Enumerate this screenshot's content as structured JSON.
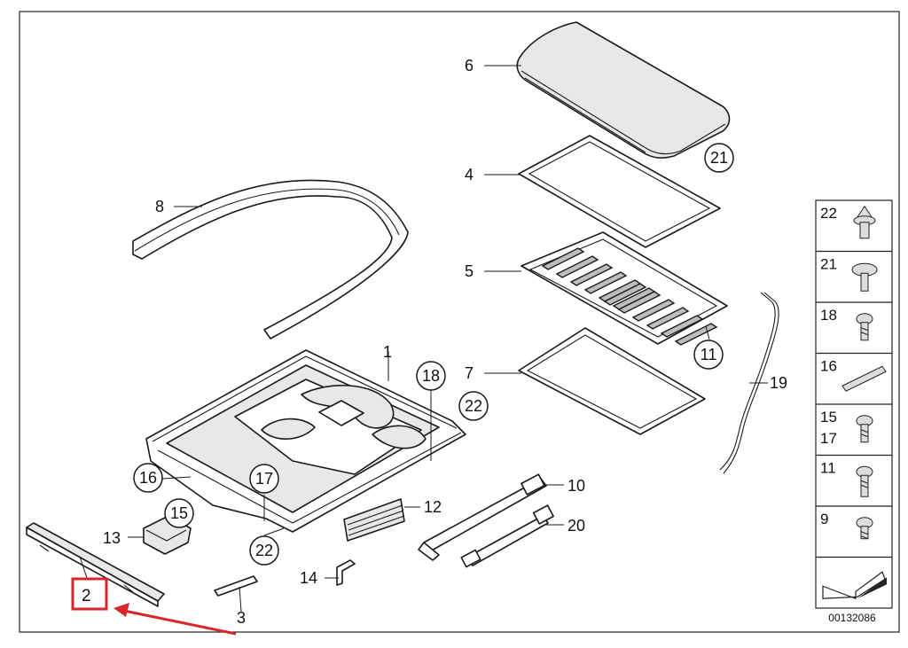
{
  "diagram": {
    "doc_number": "00132086",
    "part_labels": {
      "p1": "1",
      "p2": "2",
      "p3": "3",
      "p4": "4",
      "p5": "5",
      "p6": "6",
      "p7": "7",
      "p8": "8",
      "p10": "10",
      "p12": "12",
      "p13": "13",
      "p14": "14",
      "p19": "19",
      "p20": "20"
    },
    "circled_labels": {
      "c21_glass": "21",
      "c11_shade": "11",
      "c18": "18",
      "c22_right": "22",
      "c16": "16",
      "c17": "17",
      "c15": "15",
      "c22_bottom": "22"
    },
    "legend": [
      {
        "label": "22",
        "icon": "push-clip-icon"
      },
      {
        "label": "21",
        "icon": "flange-screw-icon"
      },
      {
        "label": "18",
        "icon": "hex-screw-icon"
      },
      {
        "label": "16",
        "icon": "bracket-icon"
      },
      {
        "label": "15\n17",
        "icon": "torx-screw-icon"
      },
      {
        "label": "11",
        "icon": "torx-screw-long-icon"
      },
      {
        "label": "9",
        "icon": "phillips-screw-icon"
      },
      {
        "label": "",
        "icon": "direction-arrow-icon"
      }
    ],
    "highlight": {
      "label": "2",
      "color": "#d9262b"
    }
  }
}
